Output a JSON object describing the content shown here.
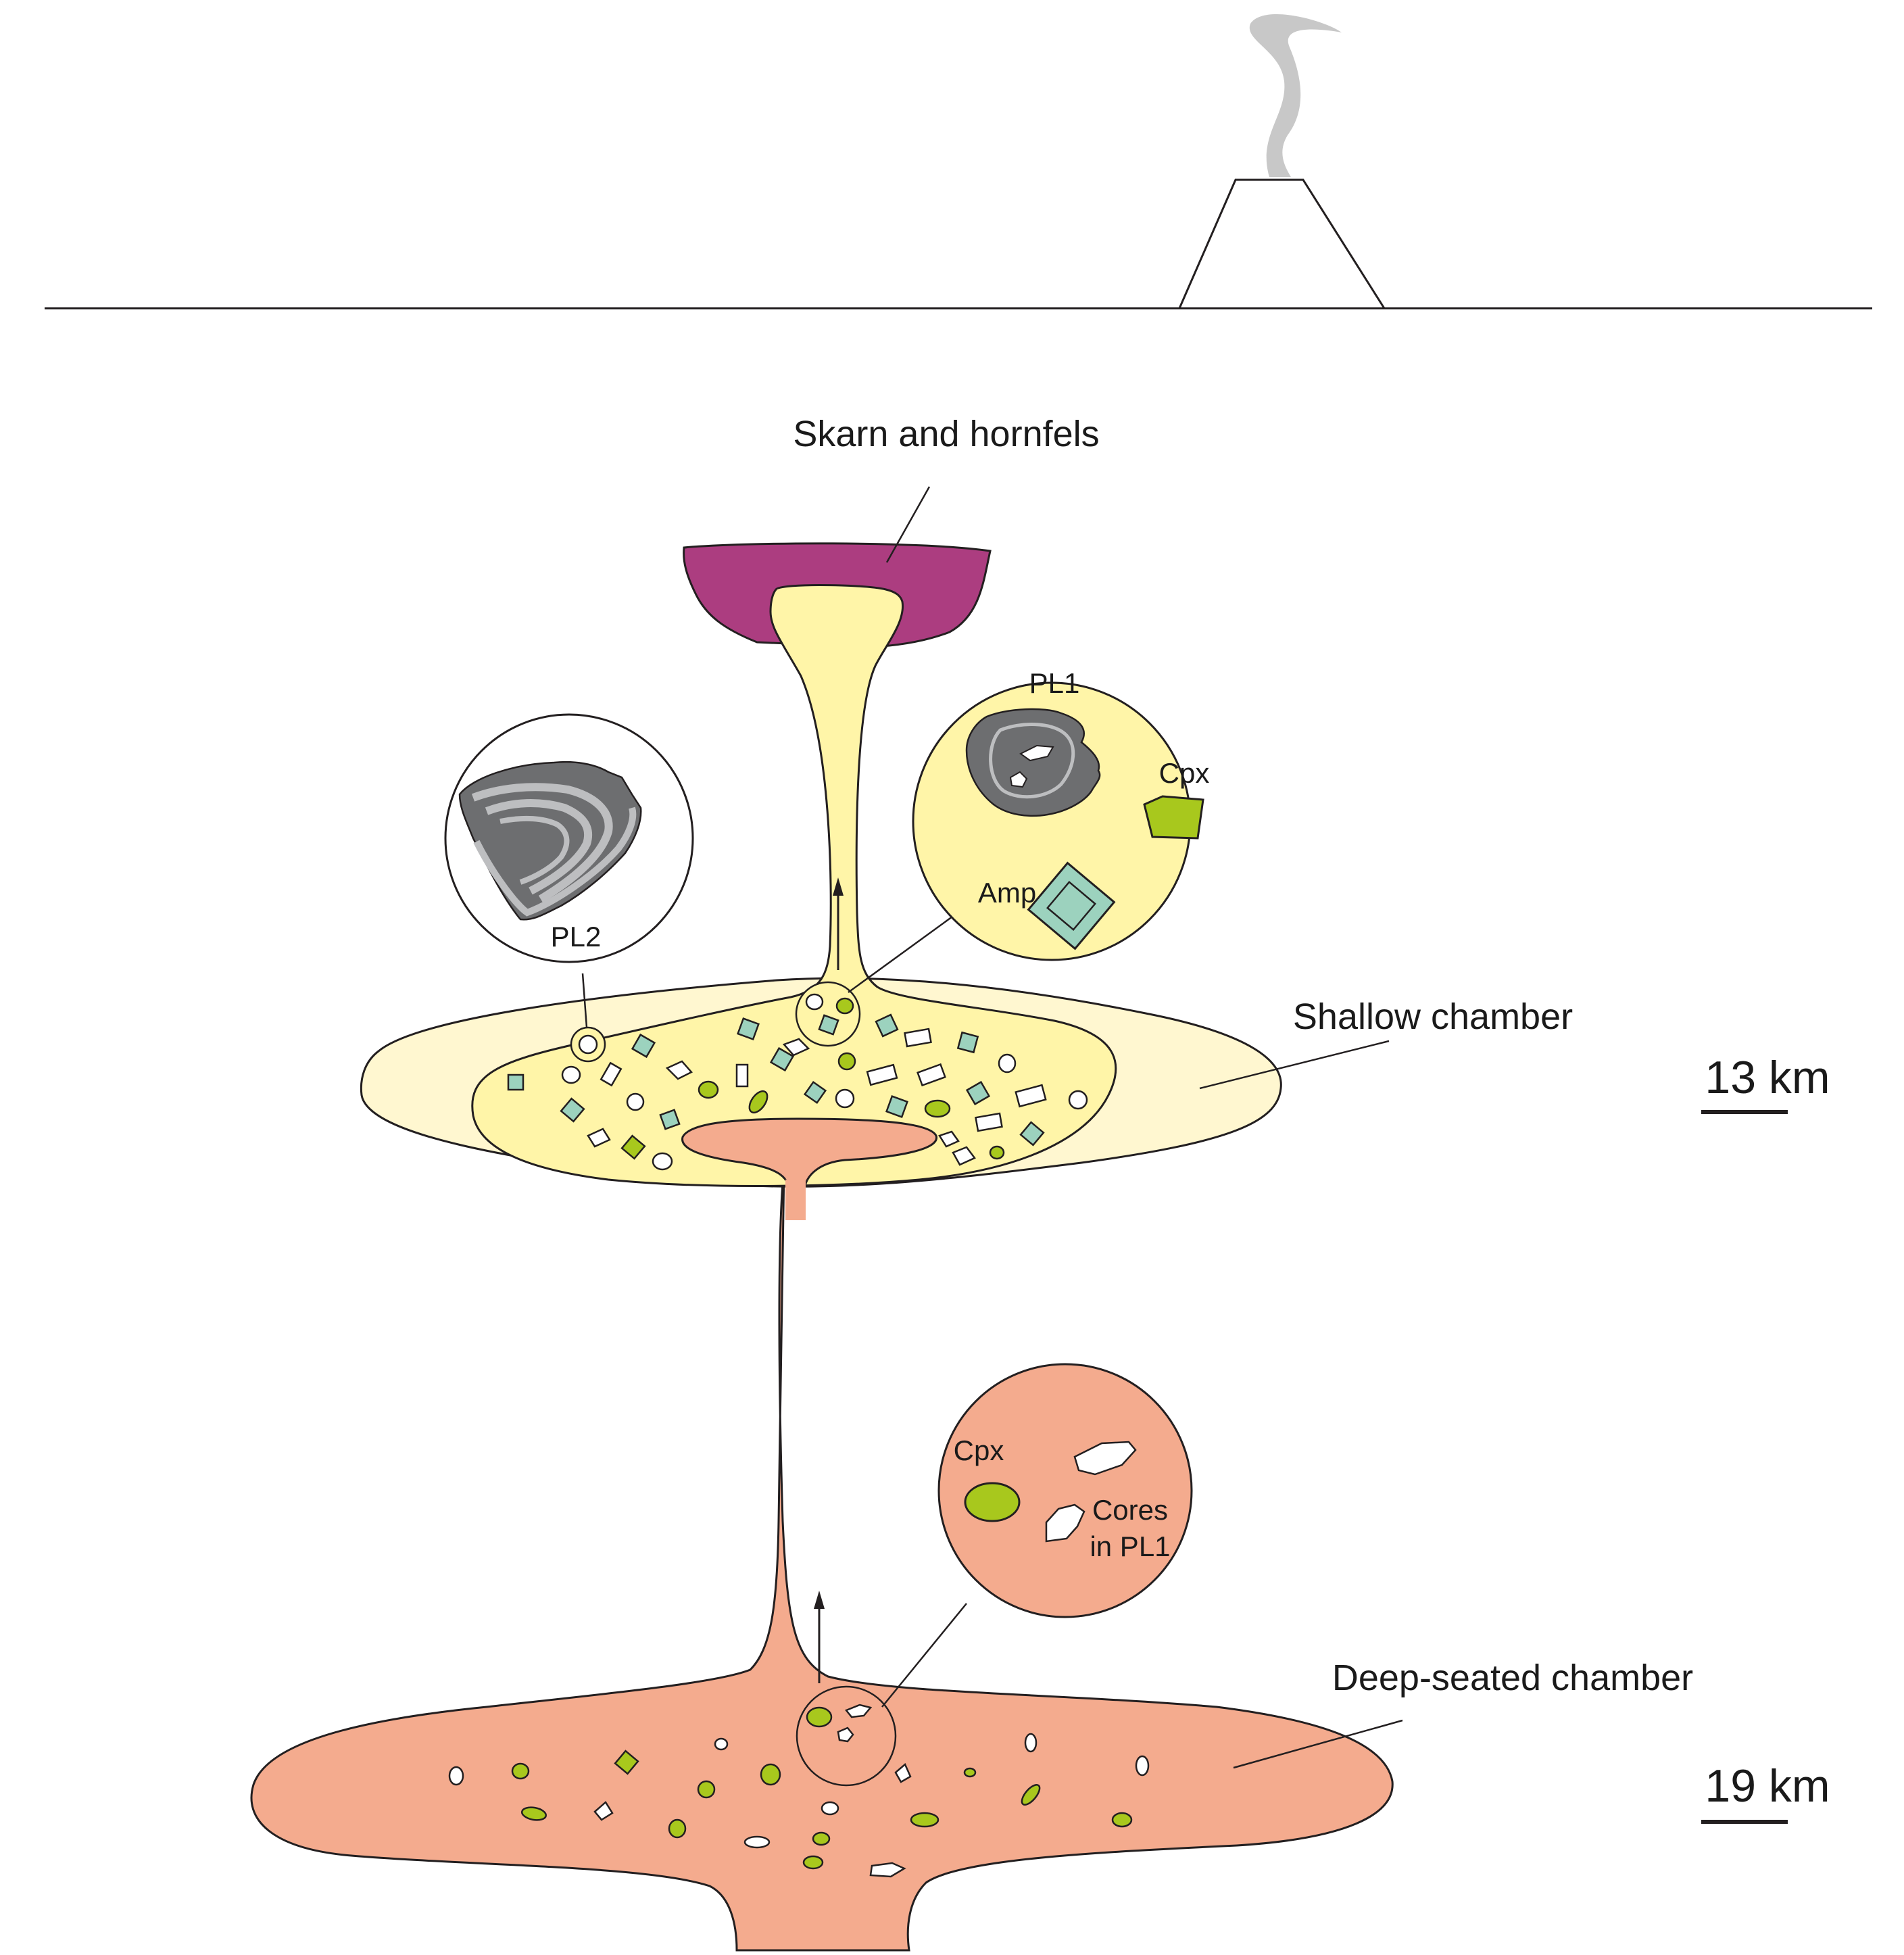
{
  "labels": {
    "skarn": "Skarn and hornfels",
    "shallow_chamber": "Shallow chamber",
    "deep_chamber": "Deep-seated chamber",
    "depth_shallow": "13 km",
    "depth_deep": "19 km",
    "pl1": "PL1",
    "pl2": "PL2",
    "cpx_shallow": "Cpx",
    "amp": "Amp",
    "cpx_deep": "Cpx",
    "cores_line1": "Cores",
    "cores_line2": "in PL1"
  },
  "colors": {
    "skarn": "#ac3d80",
    "shallow_outer": "#fff7d0",
    "shallow_inner": "#fff5a8",
    "deep": "#f4ab8e",
    "cpx": "#a8c81d",
    "amphibole": "#9cd2be",
    "plagioclase_dark": "#6d6e70",
    "plagioclase_light": "#bdbec0"
  }
}
